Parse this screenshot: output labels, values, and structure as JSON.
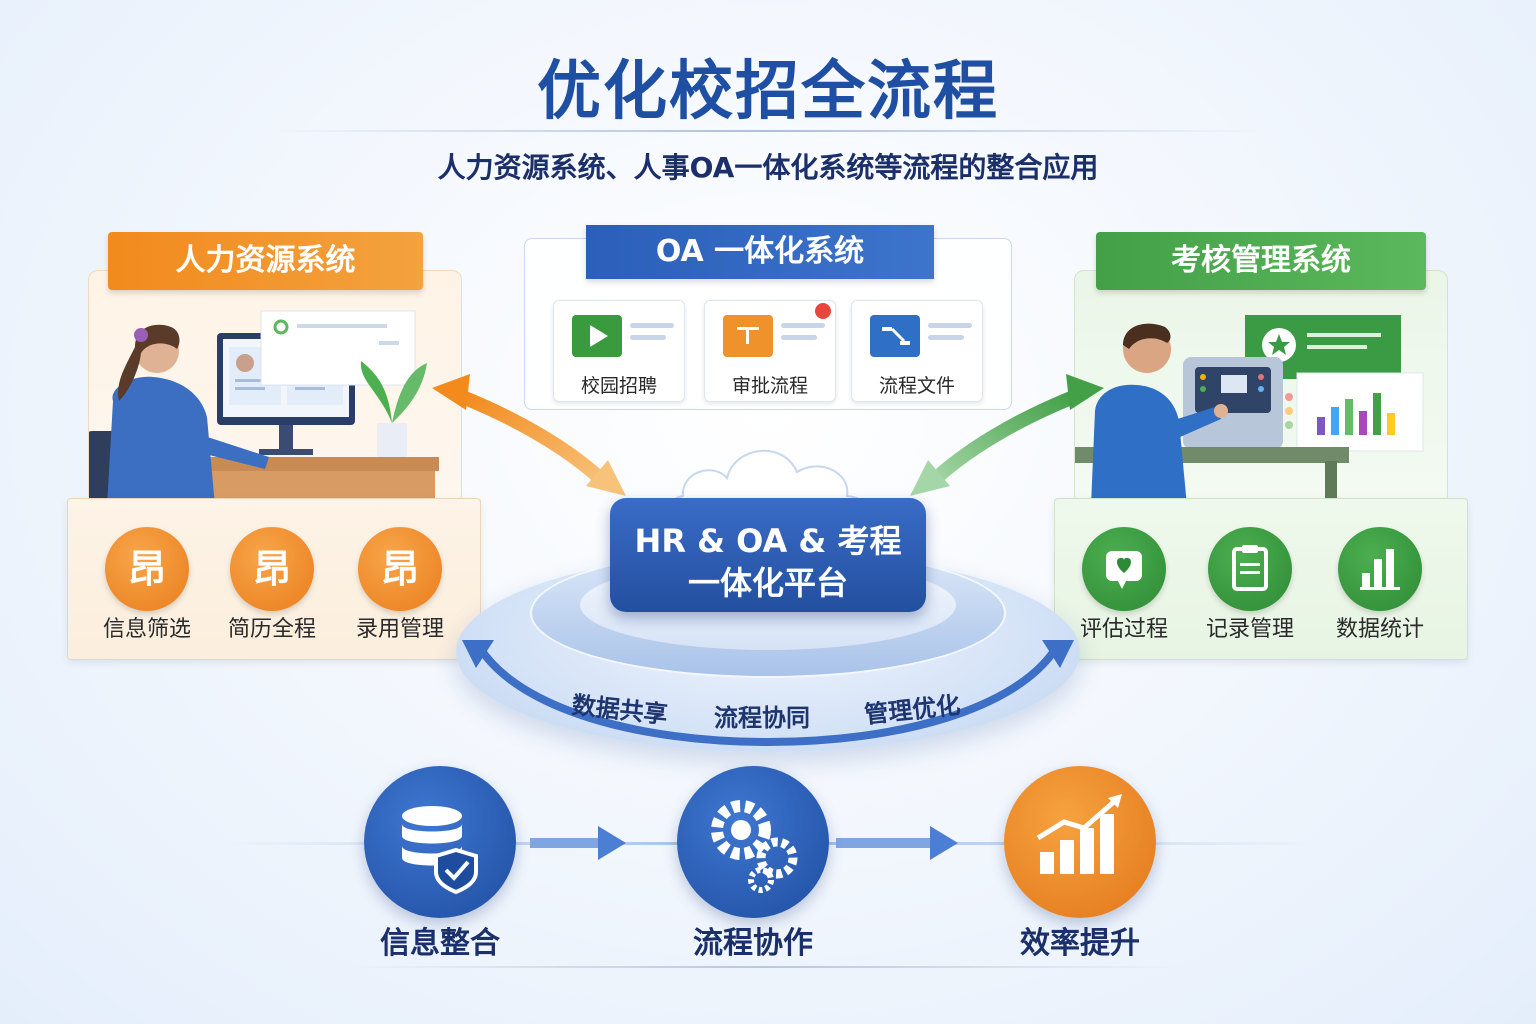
{
  "title": "优化校招全流程",
  "subtitle": "人力资源系统、人事OA一体化系统等流程的整合应用",
  "left": {
    "header": "人力资源系统",
    "features": [
      {
        "icon": "resume-icon",
        "glyph": "昂",
        "label": "信息筛选"
      },
      {
        "icon": "resume-icon",
        "glyph": "昂",
        "label": "简历全程"
      },
      {
        "icon": "resume-icon",
        "glyph": "昂",
        "label": "录用管理"
      }
    ]
  },
  "middle": {
    "header": "OA 一体化系统",
    "cards": [
      {
        "icon": "video-play-icon",
        "label": "校园招聘",
        "color": "#3a9a3e"
      },
      {
        "icon": "form-icon",
        "label": "审批流程",
        "color": "#f0922b"
      },
      {
        "icon": "workflow-icon",
        "label": "流程文件",
        "color": "#2f6fc6"
      }
    ]
  },
  "right": {
    "header": "考核管理系统",
    "features": [
      {
        "icon": "heart-chat-icon",
        "label": "评估过程"
      },
      {
        "icon": "clipboard-icon",
        "label": "记录管理"
      },
      {
        "icon": "bar-chart-icon",
        "label": "数据统计"
      }
    ]
  },
  "hub": {
    "line1": "HR & OA & 考程",
    "line2": "一体化平台"
  },
  "ring_labels": [
    "数据共享",
    "流程协同",
    "管理优化"
  ],
  "flow": [
    {
      "icon": "database-shield-icon",
      "label": "信息整合"
    },
    {
      "icon": "gears-icon",
      "label": "流程协作"
    },
    {
      "icon": "growth-chart-icon",
      "label": "效率提升"
    }
  ],
  "colors": {
    "title": "#1f4fa3",
    "orange": "#f28a1d",
    "green": "#43a047",
    "blue": "#2b5fb9"
  }
}
